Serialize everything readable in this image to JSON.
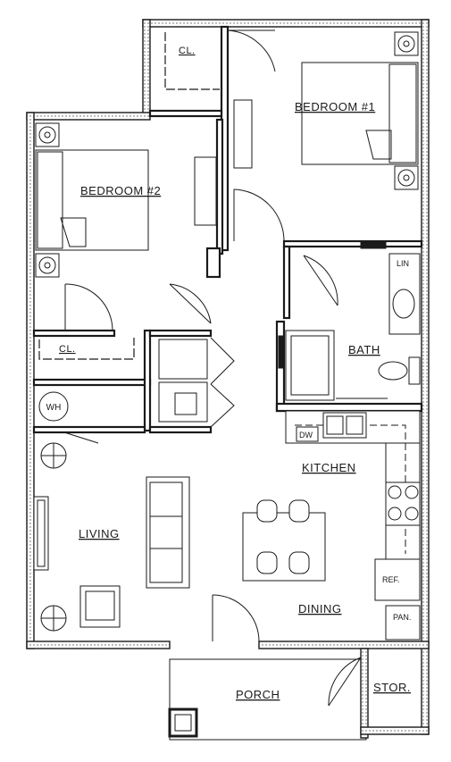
{
  "rooms": {
    "bedroom1": "BEDROOM #1",
    "bedroom2": "BEDROOM #2",
    "closet1": "CL.",
    "closet2": "CL.",
    "bath": "BATH",
    "kitchen": "KITCHEN",
    "living": "LIVING",
    "dining": "DINING",
    "porch": "PORCH",
    "storage": "STOR."
  },
  "fixtures": {
    "water_heater": "WH",
    "linen": "LIN",
    "dishwasher": "DW",
    "refrigerator": "REF.",
    "pantry": "PAN."
  }
}
